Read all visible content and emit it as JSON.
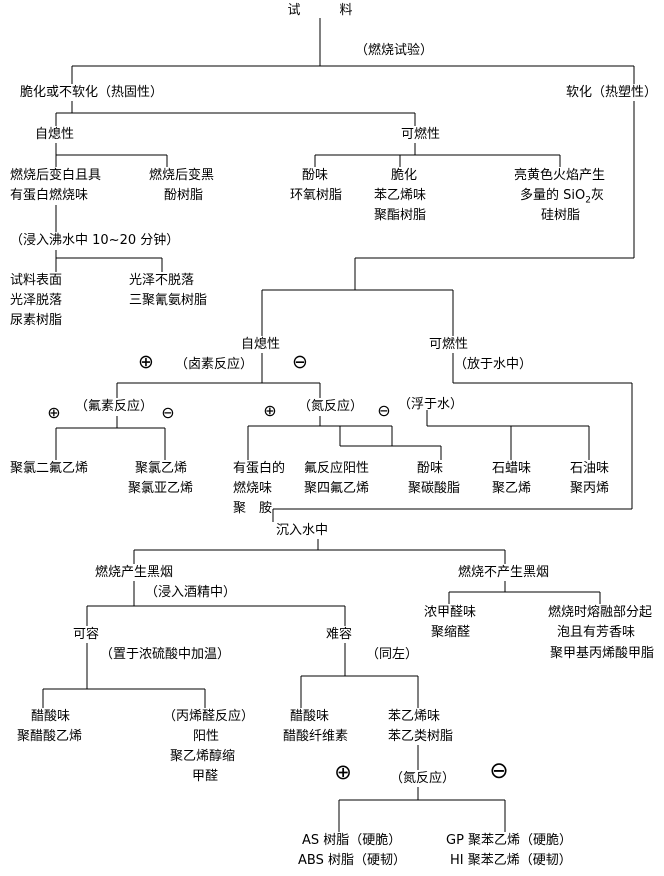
{
  "root": "试　　　料",
  "burn_test": "（燃烧试验）",
  "thermoset": "脆化或不软化（热固性）",
  "thermoplastic": "软化（热塑性）",
  "ts_self_ext": "自熄性",
  "ts_flammable": "可燃性",
  "protein": {
    "l1": "燃烧后变白且具",
    "l2": "有蛋白燃烧味"
  },
  "black": {
    "l1": "燃烧后变黑",
    "l2": "酚树脂"
  },
  "phenol_epoxy": {
    "l1": "酚味",
    "l2": "环氧树脂"
  },
  "brittle": {
    "l1": "脆化",
    "l2": "苯乙烯味",
    "l3": "聚酯树脂"
  },
  "silicone": {
    "l1": "亮黄色火焰产生",
    "l2a": "多量的 SiO",
    "sub": "2",
    "l2b": "灰",
    "l3": "硅树脂"
  },
  "boil": "（浸入沸水中 10~20 分钟）",
  "urea": {
    "l1": "试料表面",
    "l2": "光泽脱落",
    "l3": "尿素树脂"
  },
  "melamine": {
    "l1": "光泽不脱落",
    "l2": "三聚氰氨树脂"
  },
  "tp_self_ext": "自熄性",
  "tp_flammable": "可燃性",
  "halogen": "（卤素反应）",
  "in_water": "（放于水中）",
  "fluorine": "（氟素反应）",
  "nitrogen1": "（氮反应）",
  "float": "（浮于水）",
  "ctfe": "聚氯二氟乙烯",
  "pvc": {
    "l1": "聚氯乙烯",
    "l2": "聚氯亚乙烯"
  },
  "polyamide": {
    "l1": "有蛋白的",
    "l2": "燃烧味",
    "l3": "聚　胺"
  },
  "ptfe": {
    "l1": "氟反应阳性",
    "l2": "聚四氟乙烯"
  },
  "pc": {
    "l1": "酚味",
    "l2": "聚碳酸脂"
  },
  "pe": {
    "l1": "石蜡味",
    "l2": "聚乙烯"
  },
  "pp": {
    "l1": "石油味",
    "l2": "聚丙烯"
  },
  "sink": "沉入水中",
  "smoke": "燃烧产生黑烟",
  "nosmoke": "燃烧不产生黑烟",
  "alcohol": "（浸入酒精中）",
  "pom": {
    "l1": "浓甲醛味",
    "l2": "聚缩醛"
  },
  "pmma": {
    "l1": "燃烧时熔融部分起",
    "l2": "泡且有芳香味",
    "l3": "聚甲基丙烯酸甲脂"
  },
  "soluble": "可容",
  "insoluble": "难容",
  "h2so4": "（置于浓硫酸中加温）",
  "same": "（同左）",
  "pvac": {
    "l1": "醋酸味",
    "l2": "聚醋酸乙烯"
  },
  "pva": {
    "l1": "（丙烯醛反应）",
    "l2": "阳性",
    "l3": "聚乙烯醇缩",
    "l4": "甲醛"
  },
  "ca": {
    "l1": "醋酸味",
    "l2": "醋酸纤维素"
  },
  "styrenic": {
    "l1": "苯乙烯味",
    "l2": "苯乙类树脂"
  },
  "nitrogen2": "（氮反应）",
  "abs": {
    "l1": "AS 树脂（硬脆）",
    "l2": "ABS 树脂（硬韧）"
  },
  "ps": {
    "l1": "GP 聚苯乙烯（硬脆）",
    "l2": "HI 聚苯乙烯（硬韧）"
  },
  "symbols": {
    "plus": "⊕",
    "minus": "⊖"
  }
}
